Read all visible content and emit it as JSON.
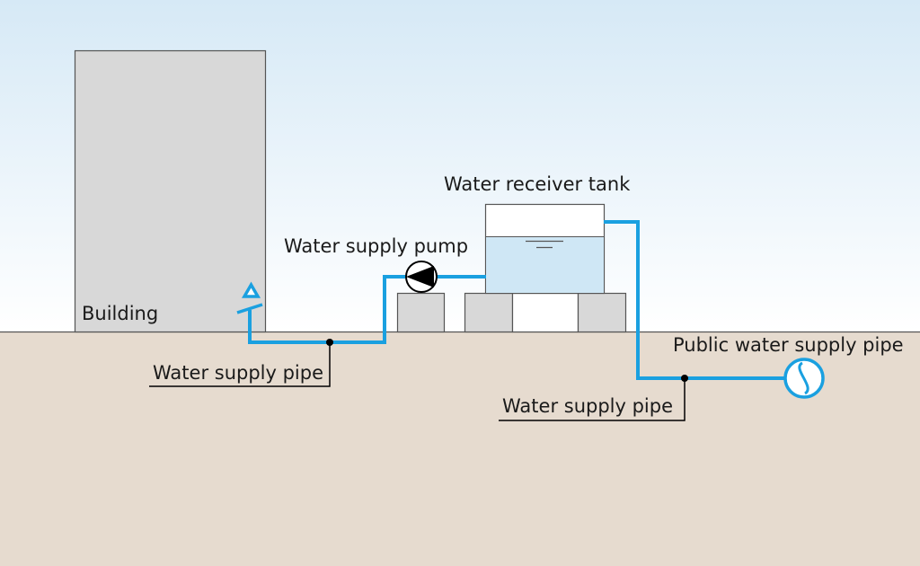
{
  "colors": {
    "sky_top": "#d6e9f6",
    "sky_bottom": "#ffffff",
    "ground": "#e6dbcf",
    "building": "#d8d8d8",
    "outline": "#555555",
    "water": "#cfe7f5",
    "pipe": "#1aa0e0",
    "leader": "#000000",
    "text": "#1a1a1a"
  },
  "labels": {
    "building": "Building",
    "water_supply_pump": "Water supply pump",
    "water_receiver_tank": "Water receiver tank",
    "public_water_supply_pipe": "Public water supply pipe",
    "water_supply_pipe_left": "Water supply pipe",
    "water_supply_pipe_right": "Water supply pipe"
  },
  "icons": {
    "faucet": "faucet-icon",
    "pump": "pump-icon",
    "water_meter": "water-meter-icon",
    "water_level": "water-level-icon"
  }
}
